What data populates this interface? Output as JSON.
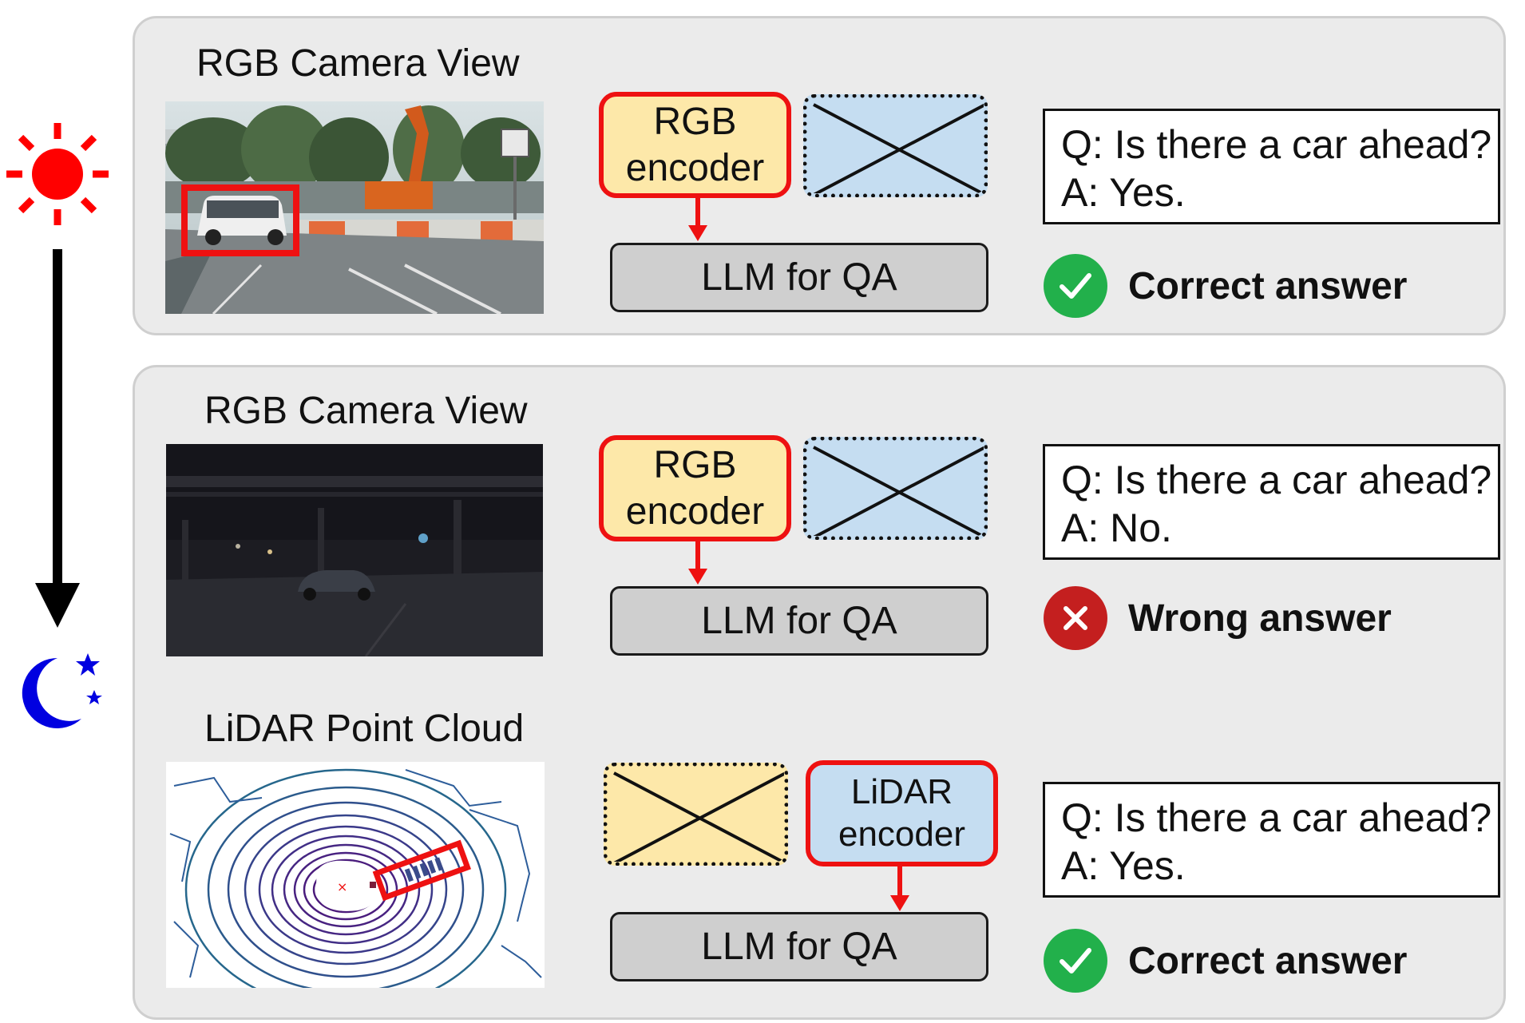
{
  "timeline": {
    "start_icon": "sun-icon",
    "end_icon": "moon-stars-icon",
    "sun_color": "#ff0000",
    "moon_color": "#0000e0"
  },
  "day_panel": {
    "view_title": "RGB Camera View",
    "image": "daytime-street-scene",
    "encoder": {
      "line1": "RGB",
      "line2": "encoder"
    },
    "llm_label": "LLM for QA",
    "question": "Q: Is there a car ahead?",
    "answer": "A: Yes.",
    "status_label": "Correct answer",
    "status_icon": "check-icon"
  },
  "night_panel": {
    "rgb": {
      "view_title": "RGB Camera View",
      "image": "nighttime-street-scene",
      "encoder": {
        "line1": "RGB",
        "line2": "encoder"
      },
      "llm_label": "LLM for QA",
      "question": "Q: Is there a car ahead?",
      "answer": "A: No.",
      "status_label": "Wrong answer",
      "status_icon": "cross-icon"
    },
    "lidar": {
      "view_title": "LiDAR Point Cloud",
      "image": "lidar-point-cloud",
      "encoder": {
        "line1": "LiDAR",
        "line2": "encoder"
      },
      "llm_label": "LLM for QA",
      "question": "Q: Is there a car ahead?",
      "answer": "A: Yes.",
      "status_label": "Correct answer",
      "status_icon": "check-icon"
    }
  },
  "colors": {
    "highlight_red": "#ee1111",
    "rgb_fill": "#fde8a9",
    "lidar_fill": "#c5ddf1",
    "correct_green": "#22b04b",
    "wrong_red": "#c41f1f"
  }
}
